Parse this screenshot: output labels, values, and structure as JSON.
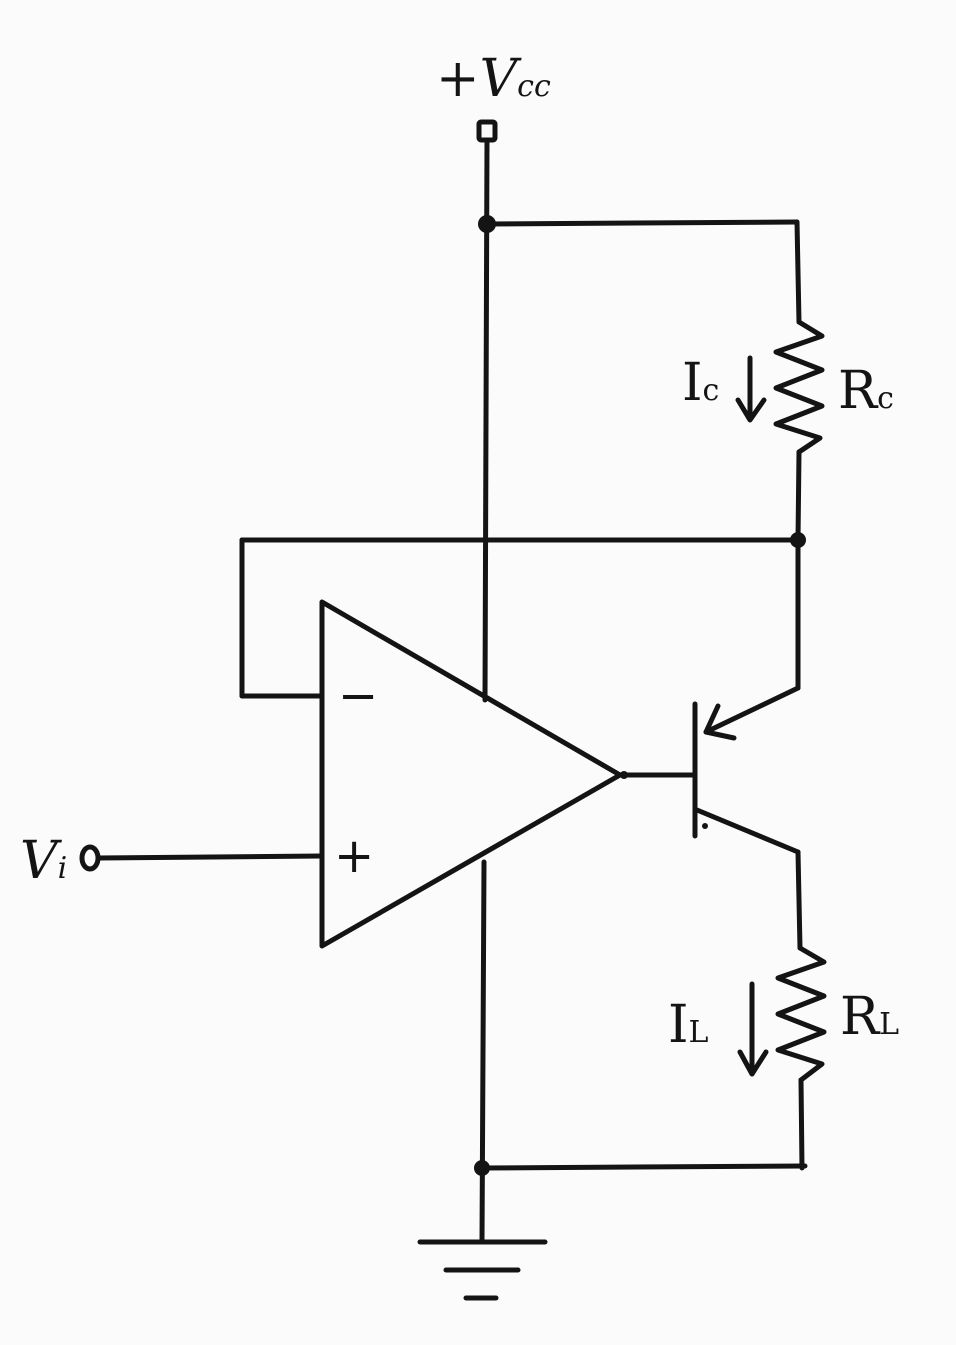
{
  "diagram": {
    "supply": {
      "sign": "+",
      "symbol": "V",
      "subscript": "cc"
    },
    "input": {
      "symbol": "V",
      "subscript": "i"
    },
    "opamp": {
      "inverting_sign": "−",
      "noninverting_sign": "+"
    },
    "collector_resistor": {
      "symbol": "R",
      "subscript": "c"
    },
    "collector_current": {
      "symbol": "I",
      "subscript": "c"
    },
    "load_resistor": {
      "symbol": "R",
      "subscript": "L"
    },
    "load_current": {
      "symbol": "I",
      "subscript": "L"
    },
    "stroke_color": "#141414",
    "background_color": "#fbfbfb",
    "icons": [
      "ground-icon",
      "pnp-transistor-icon",
      "resistor-icon",
      "terminal-icon",
      "current-arrow-icon"
    ]
  }
}
